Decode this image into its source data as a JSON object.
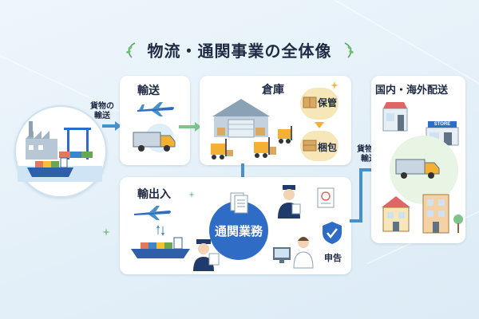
{
  "title": "物流・通関事業の全体像",
  "sections": {
    "transport": "輸送",
    "warehouse": "倉庫",
    "import_export": "輸出入",
    "delivery": "国内・海外配送"
  },
  "labels": {
    "cargo_transport_1": [
      "貨物の",
      "輸送"
    ],
    "cargo_transport_2": [
      "貨物の",
      "輸送"
    ],
    "storage": "保管",
    "packing": "梱包",
    "customs": "通関業務",
    "declaration": "申告",
    "store_sign": "STORE"
  },
  "colors": {
    "accent_blue": "#2f6cc6",
    "arrow": "#4a90c8",
    "green_arrow": "#7cc48a",
    "box_tan": "#d9a861",
    "badge_cream": "#f6e6b8"
  }
}
